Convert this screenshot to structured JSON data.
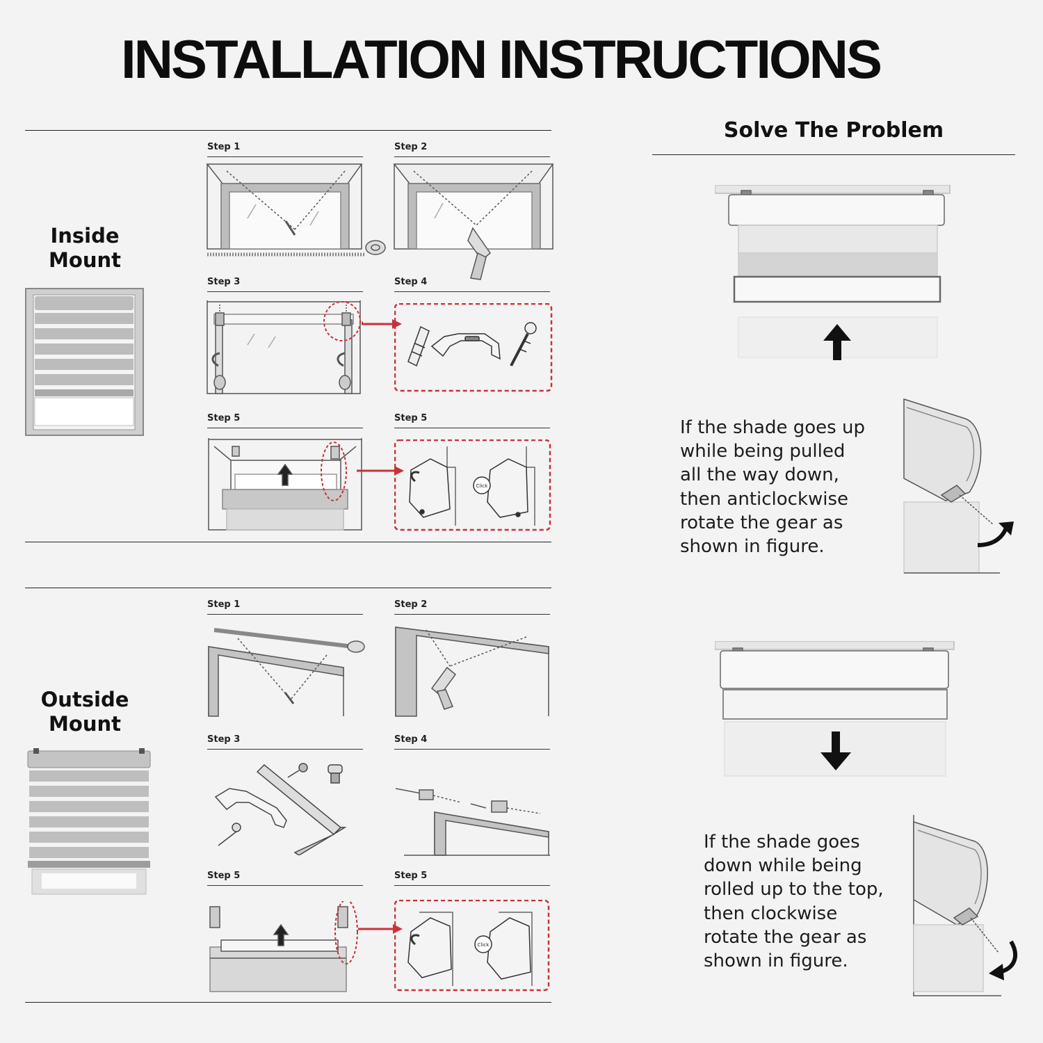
{
  "title": "INSTALLATION INSTRUCTIONS",
  "inside_mount": {
    "label": "Inside\nMount",
    "steps": [
      "Step 1",
      "Step 2",
      "Step 3",
      "Step 4",
      "Step 5",
      "Step 5"
    ]
  },
  "outside_mount": {
    "label": "Outside\nMount",
    "steps": [
      "Step 1",
      "Step 2",
      "Step 3",
      "Step 4",
      "Step 5",
      "Step 5"
    ]
  },
  "solve": {
    "title": "Solve The Problem",
    "problem_up": "If the shade goes up\nwhile being pulled\nall the way down,\nthen anticlockwise\nrotate the gear as\nshown in figure.",
    "problem_down": "If the shade goes\ndown while being\nrolled up to the top,\nthen clockwise\nrotate the gear as\nshown in figure."
  },
  "callouts": {
    "click_label": "Click"
  },
  "colors": {
    "accent_red": "#c8323a",
    "line": "#333333",
    "background": "#f3f3f3"
  }
}
